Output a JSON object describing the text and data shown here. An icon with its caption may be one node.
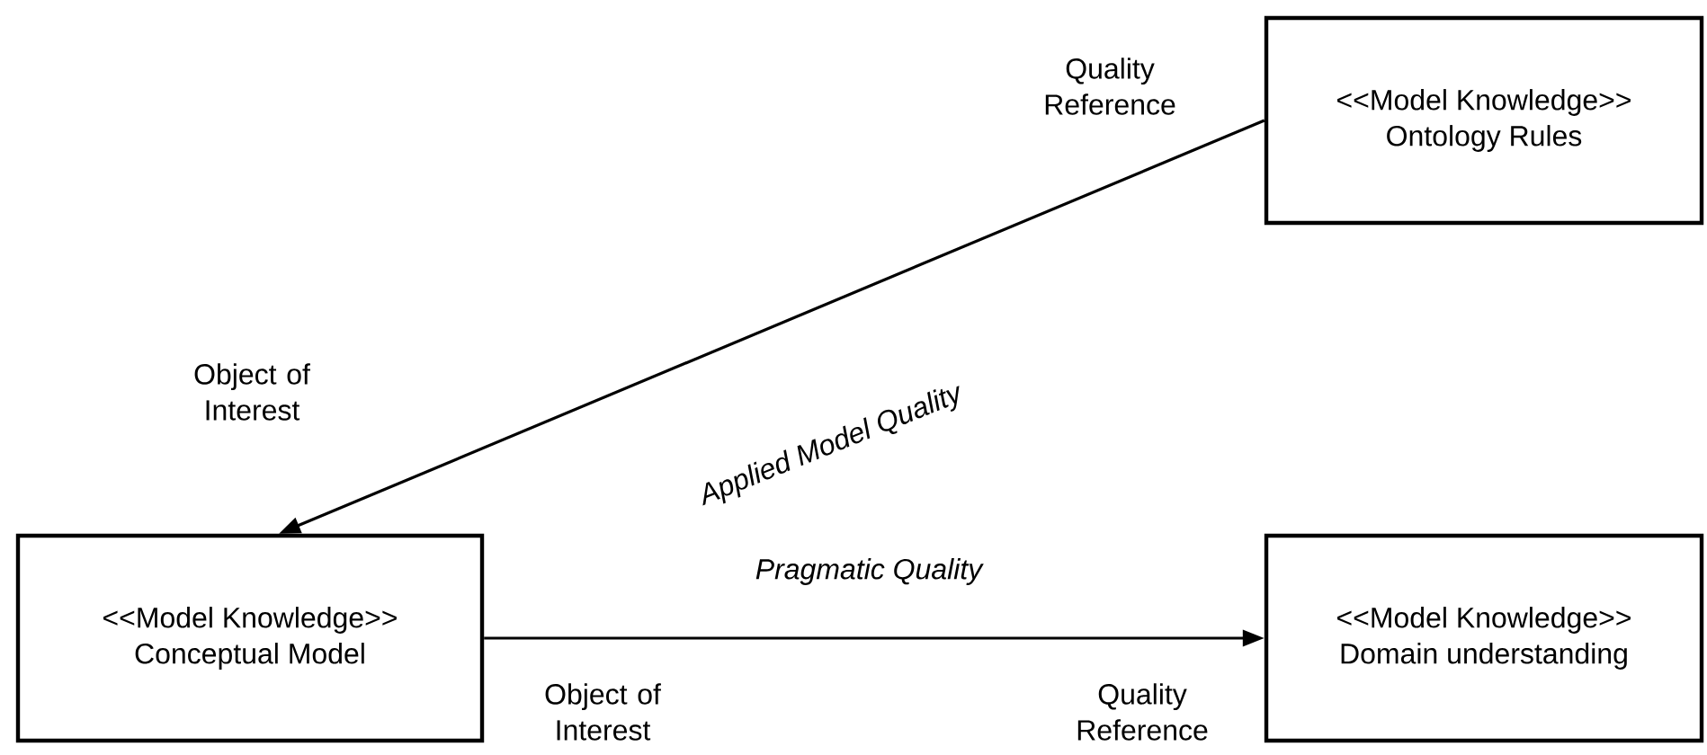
{
  "diagram": {
    "nodes": [
      {
        "text": [
          "<<Model Knowledge>>",
          "Ontology Rules"
        ]
      },
      {
        "text": [
          "<<Model Knowledge>>",
          "Conceptual Model"
        ]
      },
      {
        "text": [
          "<<Model Knowledge>>",
          "Domain understanding"
        ]
      }
    ],
    "edges": [
      {
        "from": 0,
        "to": 1,
        "arrow": "to",
        "label": "Applied Model Quality"
      },
      {
        "from": 1,
        "to": 2,
        "arrow": "to",
        "label": "Pragmatic Quality"
      }
    ],
    "labels": [
      "Quality Reference",
      "Object of Interest",
      "Object of Interest",
      "Quality Reference"
    ]
  }
}
